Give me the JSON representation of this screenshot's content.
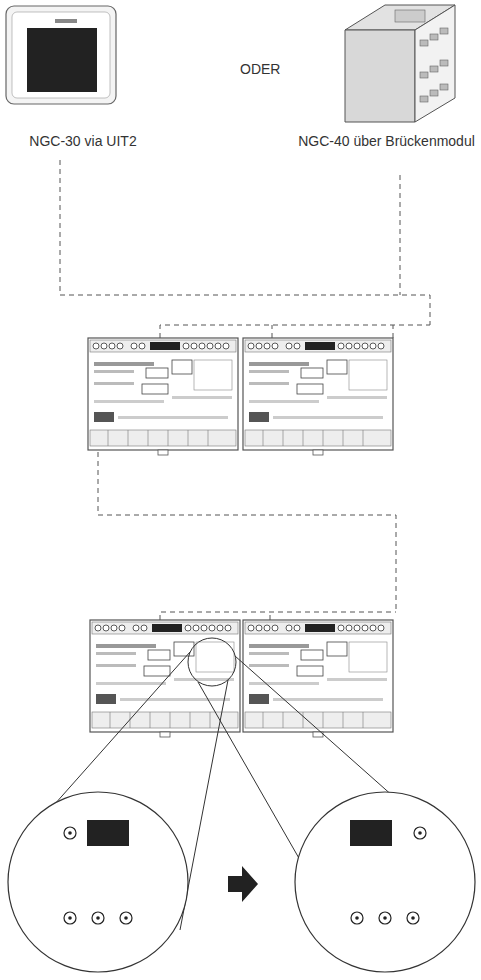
{
  "diagram": {
    "nodes": [
      {
        "text": [
          "NGC-30 via UIT2"
        ]
      },
      {
        "text": [
          "NGC-40 über Brückenmodul"
        ]
      }
    ],
    "labels": [
      "ODER"
    ]
  }
}
